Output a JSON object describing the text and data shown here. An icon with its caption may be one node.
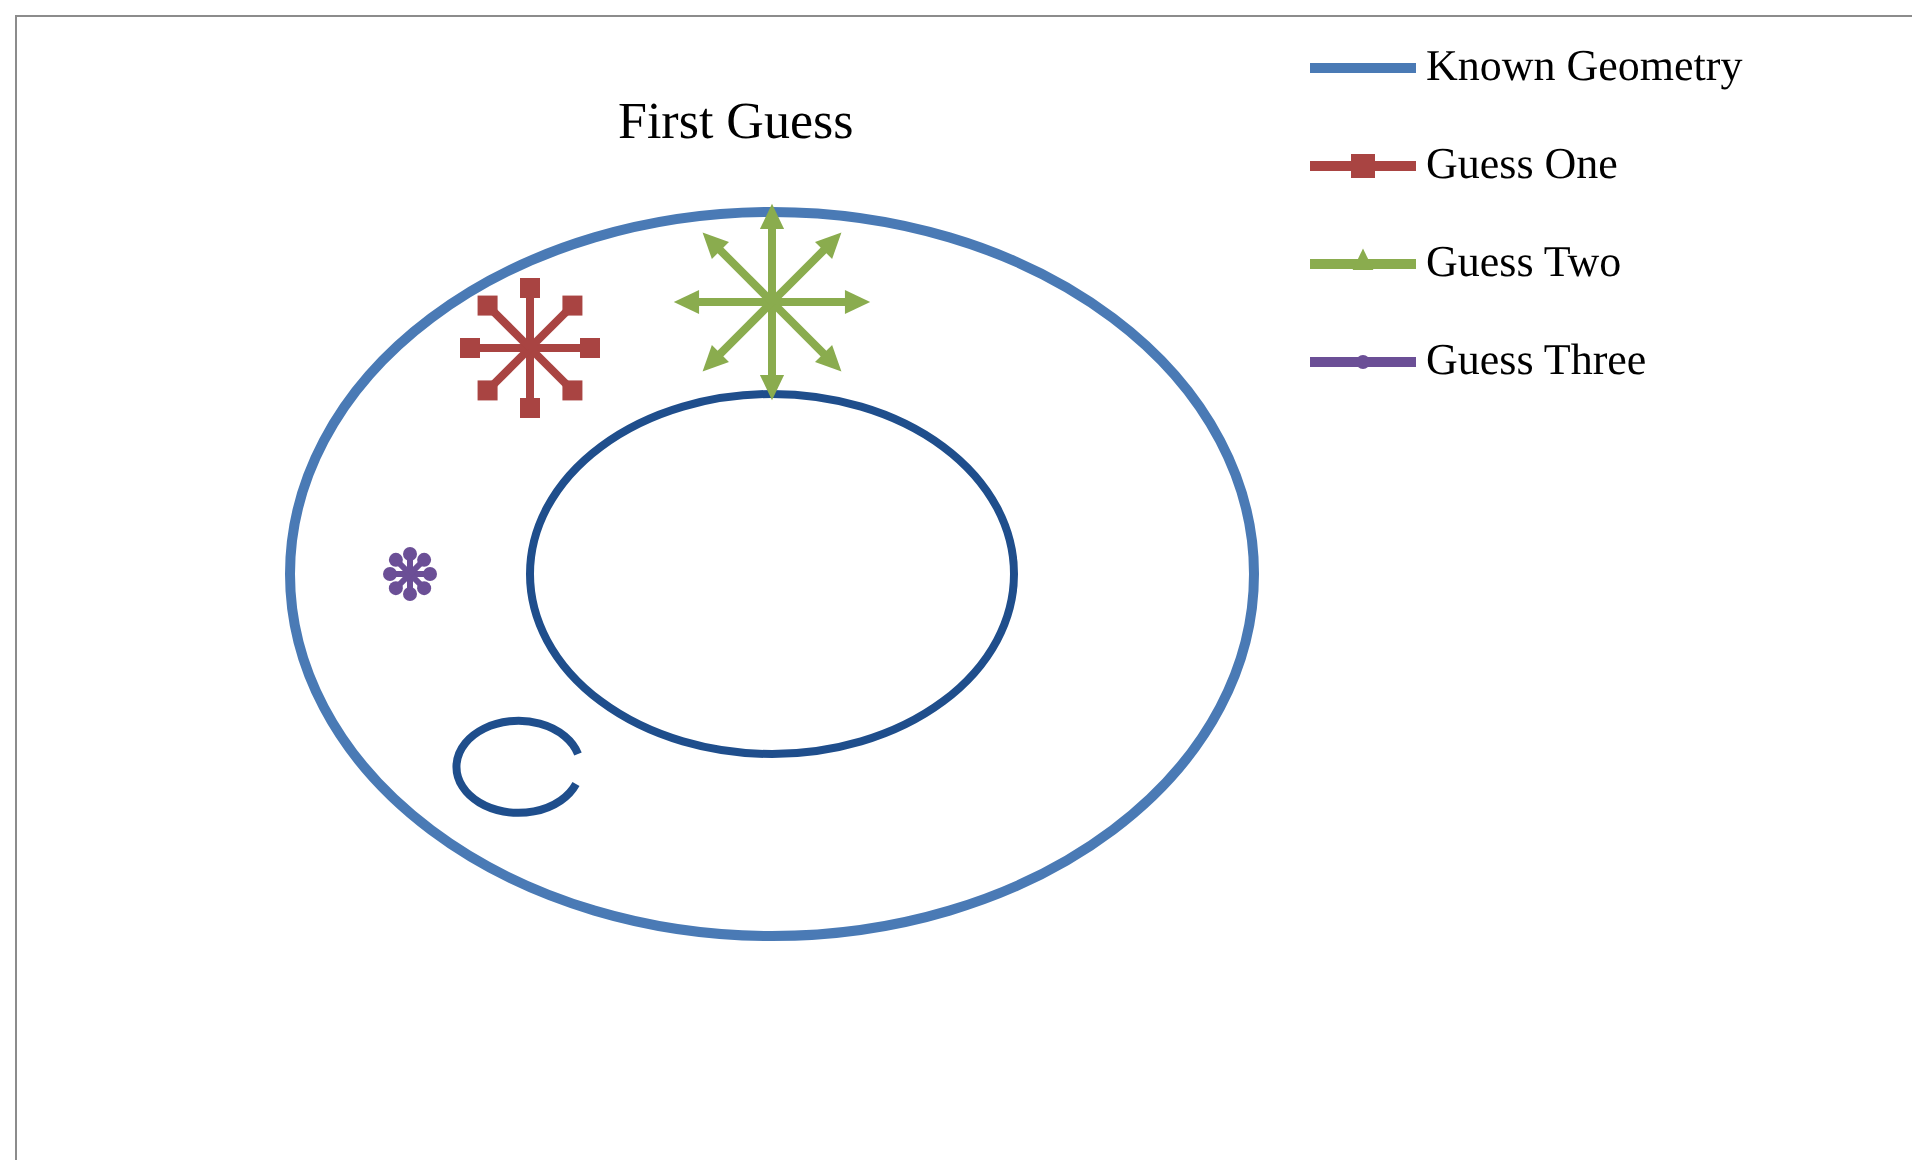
{
  "diagram": {
    "title": "First Guess",
    "legend": [
      {
        "text": "Known Geometry"
      },
      {
        "text": "Guess One"
      },
      {
        "text": "Guess Two"
      },
      {
        "text": "Guess Three"
      }
    ]
  }
}
